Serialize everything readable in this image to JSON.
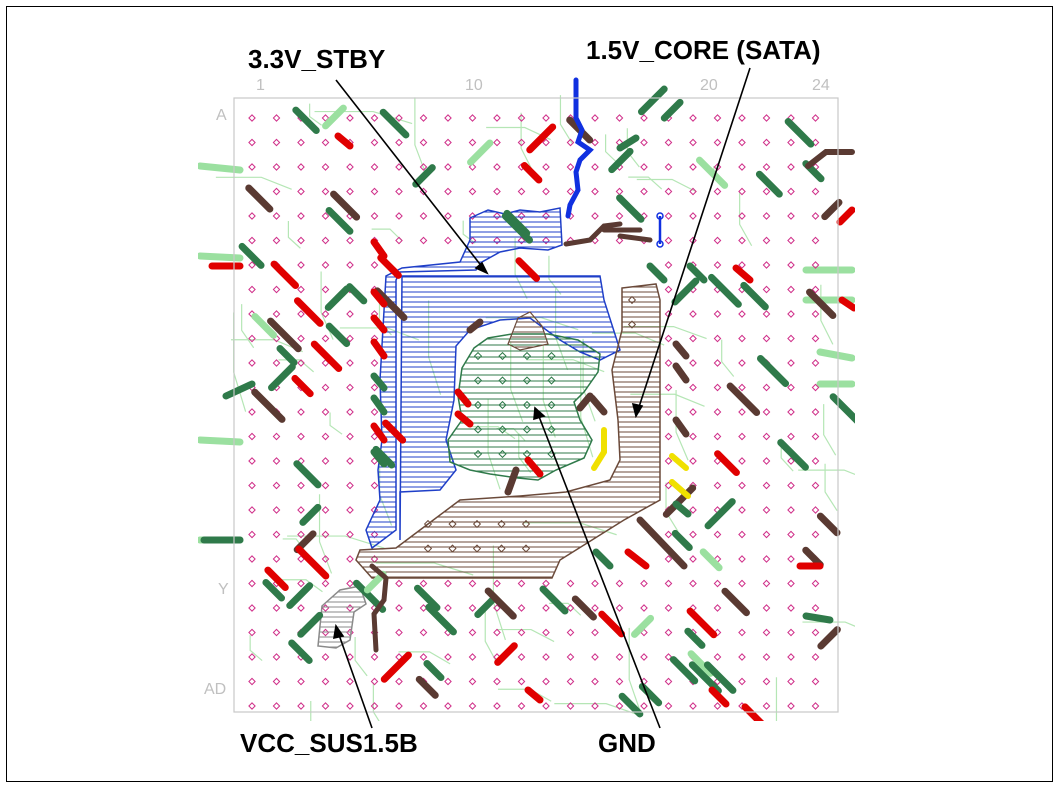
{
  "labels": {
    "stby": "3.3V_STBY",
    "core": "1.5V_CORE (SATA)",
    "vcc_sus": "VCC_SUS1.5B",
    "gnd": "GND"
  },
  "grid_marks": {
    "col_1": "1",
    "col_10": "10",
    "col_20": "20",
    "col_24": "24",
    "row_a": "A",
    "row_y": "Y",
    "row_ad": "AD"
  },
  "colors": {
    "stby_plane": "#1f3fc8",
    "core_plane": "#6b4a3a",
    "gnd_plane": "#2f7a4a",
    "vcc_sus_plane": "#9a9a9a",
    "via_pad": "#d0308a",
    "trace_light": "#9be0a0",
    "trace_dark": "#2f7a4a",
    "trace_red": "#e00000",
    "trace_brown": "#5a3a32",
    "trace_yellow": "#f0e000",
    "trace_blue": "#1030e0"
  }
}
